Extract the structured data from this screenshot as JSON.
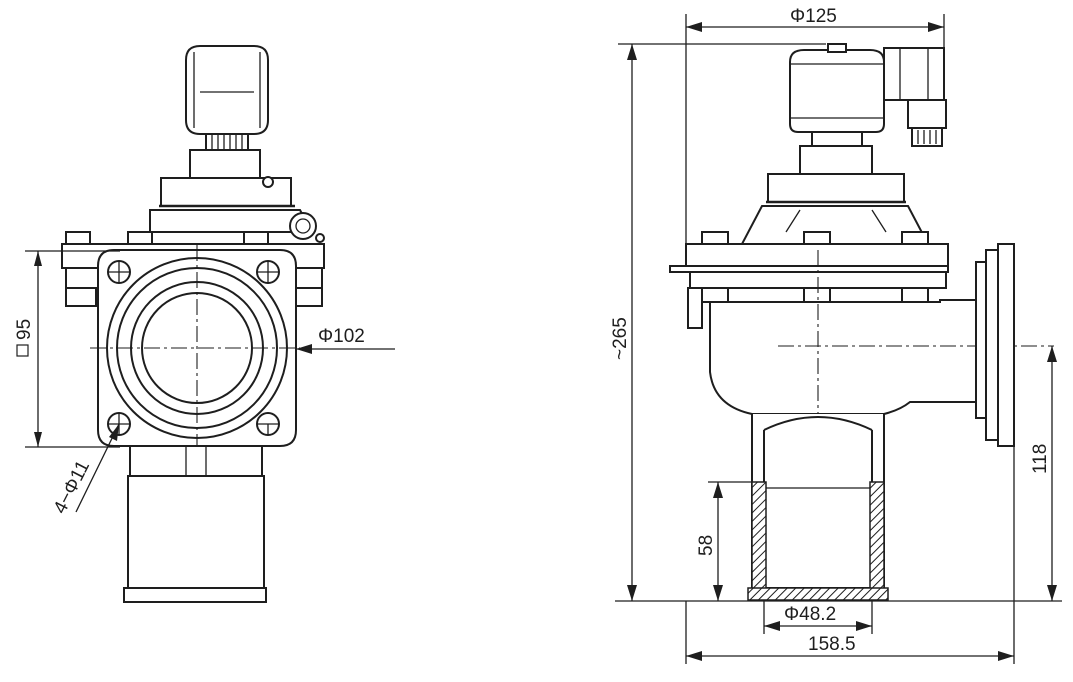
{
  "left_view": {
    "square_label": "95",
    "bore_label": "Φ102",
    "holes_label": "4−Φ11"
  },
  "right_view": {
    "top_diameter_label": "Φ125",
    "height_label": "~265",
    "outlet_height_label": "118",
    "inlet_length_label": "58",
    "inlet_diameter_label": "Φ48.2",
    "width_label": "158.5"
  }
}
